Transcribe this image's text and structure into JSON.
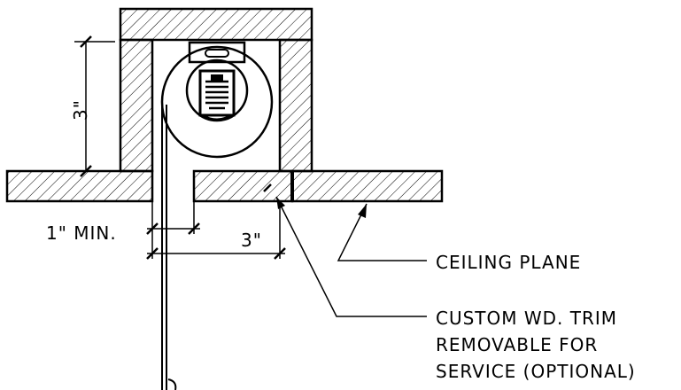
{
  "labels": {
    "dim_vertical": "3\"",
    "dim_min": "1\" MIN.",
    "dim_horizontal": "3\"",
    "ceiling": "CEILING PLANE",
    "trim_line1": "CUSTOM WD. TRIM",
    "trim_line2": "REMOVABLE FOR",
    "trim_line3": "SERVICE (OPTIONAL)"
  },
  "colors": {
    "ink": "#000000",
    "background": "#ffffff"
  }
}
